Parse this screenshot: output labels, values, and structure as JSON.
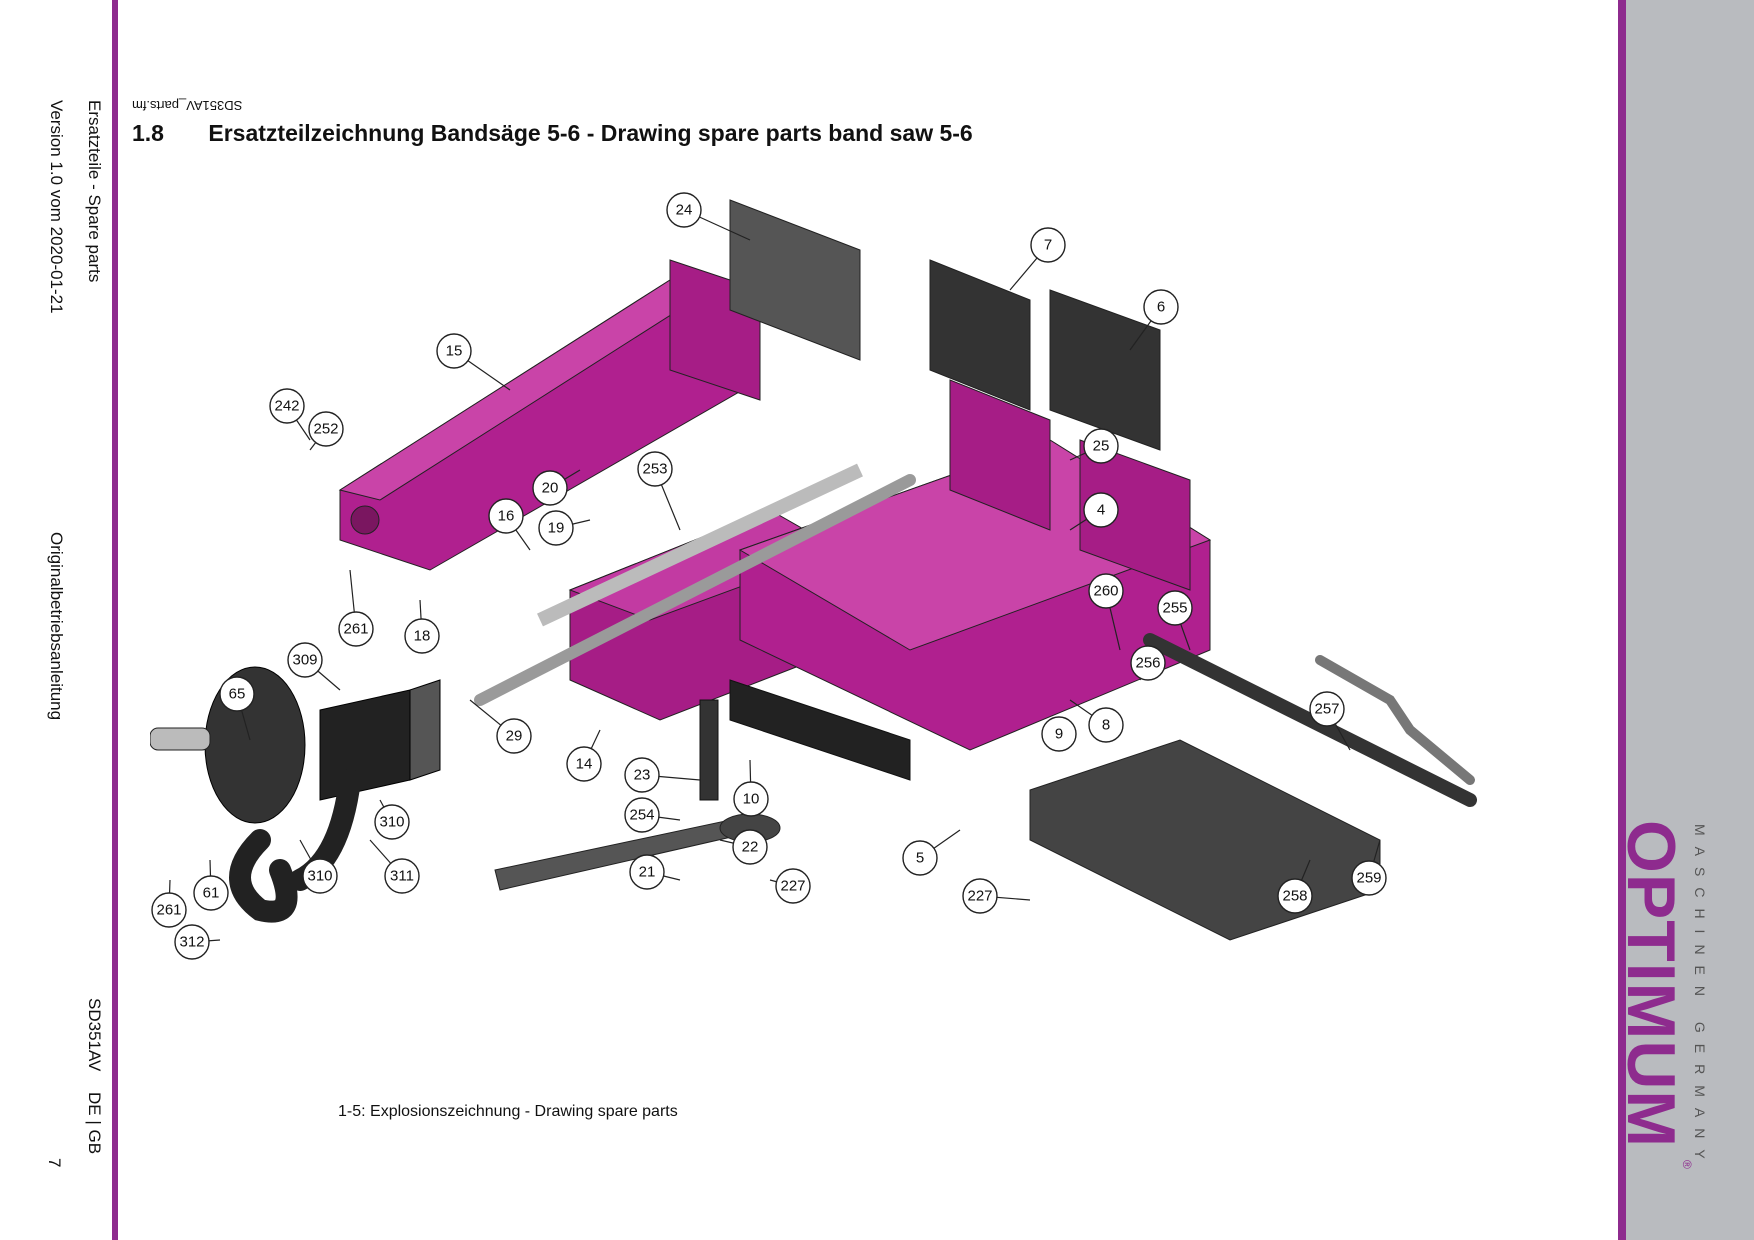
{
  "header": {
    "file_name": "SD351AV_parts.fm",
    "section_number": "1.8",
    "section_title": "Ersatzteilzeichnung Bandsäge 5-6 - Drawing spare parts band saw 5-6"
  },
  "side_text": {
    "category": "Ersatzteile - Spare parts",
    "version": "Version 1.0 vom 2020-01-21",
    "manual": "Originalbetriebsanleitung",
    "model": "SD351AV",
    "languages": "DE | GB",
    "page_number": "7"
  },
  "figure": {
    "caption": "1-5:   Explosionszeichnung - Drawing spare parts",
    "part_labels": [
      "24",
      "7",
      "6",
      "15",
      "242",
      "252",
      "20",
      "253",
      "25",
      "4",
      "16",
      "19",
      "261",
      "18",
      "260",
      "255",
      "309",
      "256",
      "65",
      "29",
      "14",
      "8",
      "9",
      "257",
      "23",
      "10",
      "254",
      "22",
      "310",
      "310",
      "311",
      "61",
      "21",
      "227",
      "227",
      "5",
      "259",
      "258",
      "261",
      "312"
    ]
  },
  "logo": {
    "brand": "OPTIMUM",
    "tagline": "MASCHINEN GERMANY",
    "registered": "®"
  },
  "colors": {
    "accent": "#8e2b8e",
    "part_magenta": "#b0208f",
    "part_dark": "#3a3a3a",
    "sidebar_grey": "#b9bbbf"
  }
}
